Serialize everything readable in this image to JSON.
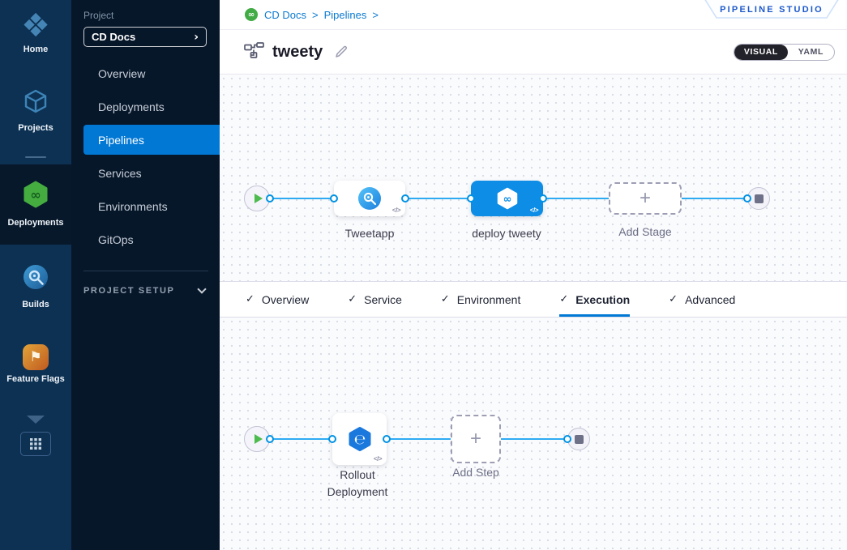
{
  "icons": {
    "home_glyph": "❖",
    "flag_glyph": "⚑",
    "infinity": "∞",
    "rollout_e": "℮",
    "code": "</>",
    "plus": "+",
    "check": "✓",
    "chevron_right": "›",
    "breadcrumb_sep": ">"
  },
  "module_sidebar": {
    "items": [
      {
        "label": "Home"
      },
      {
        "label": "Projects"
      },
      {
        "label": "Deployments"
      },
      {
        "label": "Builds"
      },
      {
        "label": "Feature Flags"
      }
    ],
    "active": "Deployments"
  },
  "project_sidebar": {
    "section_label": "Project",
    "selected_project": "CD Docs",
    "nav": [
      {
        "label": "Overview"
      },
      {
        "label": "Deployments"
      },
      {
        "label": "Pipelines"
      },
      {
        "label": "Services"
      },
      {
        "label": "Environments"
      },
      {
        "label": "GitOps"
      }
    ],
    "active": "Pipelines",
    "setup_label": "PROJECT SETUP"
  },
  "header": {
    "breadcrumb": [
      {
        "label": "CD Docs"
      },
      {
        "label": "Pipelines"
      }
    ],
    "studio_badge": "PIPELINE STUDIO",
    "pipeline_name": "tweety",
    "view_toggle": {
      "visual": "VISUAL",
      "yaml": "YAML",
      "active": "VISUAL"
    }
  },
  "tabs": {
    "items": [
      {
        "label": "Overview"
      },
      {
        "label": "Service"
      },
      {
        "label": "Environment"
      },
      {
        "label": "Execution"
      },
      {
        "label": "Advanced"
      }
    ],
    "active": "Execution"
  },
  "stage_pipeline": {
    "stages": [
      {
        "name": "Tweetapp",
        "type": "build",
        "selected": false
      },
      {
        "name": "deploy tweety",
        "type": "deploy",
        "selected": true
      }
    ],
    "add_label": "Add Stage"
  },
  "execution_pipeline": {
    "steps": [
      {
        "name_line1": "Rollout",
        "name_line2": "Deployment"
      }
    ],
    "add_label": "Add Step"
  },
  "colors": {
    "accent_blue": "#0278d5",
    "link_blue": "#0b79d0",
    "connector_blue": "#2dabf2",
    "port_ring": "#0092e4",
    "node_blue": "#0d8de6",
    "cd_green": "#42ab45",
    "sidebar_navy": "#0d3153",
    "sidebar_dark": "#07172a"
  }
}
